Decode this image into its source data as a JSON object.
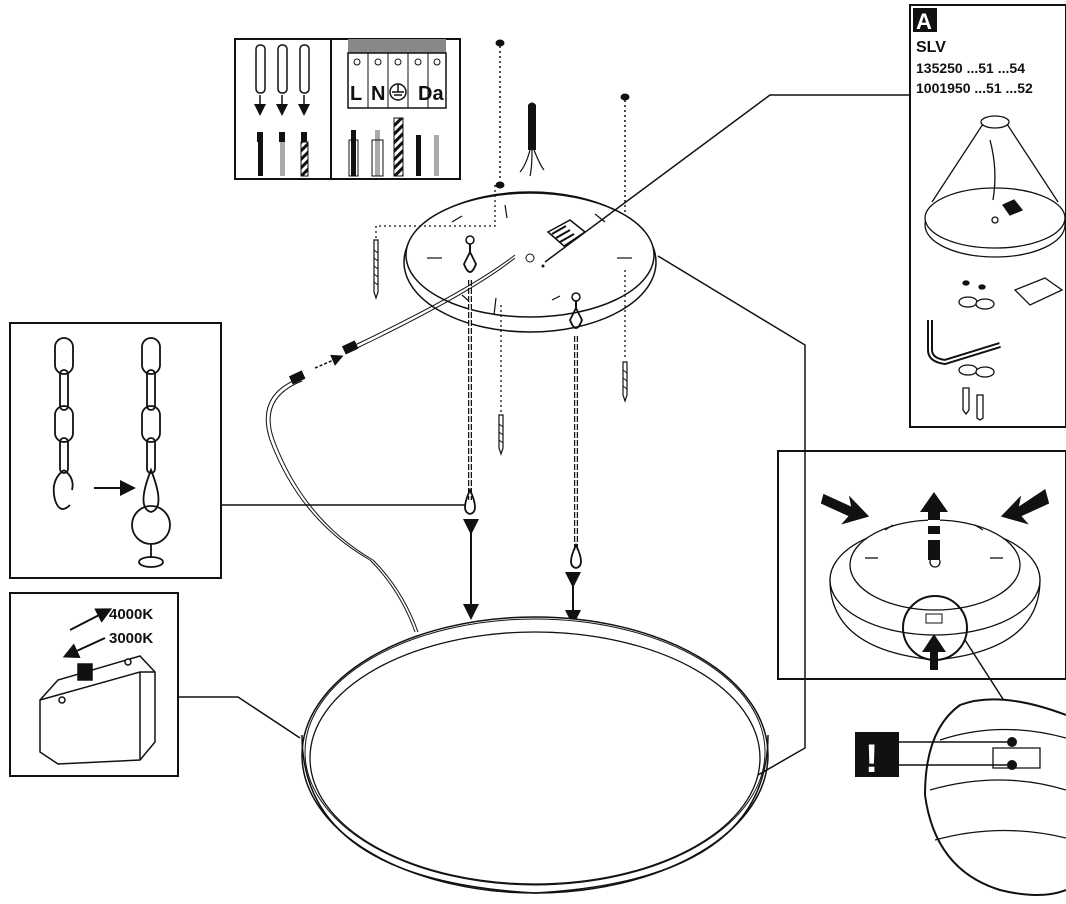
{
  "wiring": {
    "terminals": [
      "L",
      "N",
      "Da"
    ]
  },
  "variant_box": {
    "letter": "A",
    "brand": "SLV",
    "line1": "135250 ...51 ...54",
    "line2": "1001950 ...51 ...52"
  },
  "cct_switch": {
    "upper": "4000K",
    "lower": "3000K"
  },
  "warning": {
    "symbol": "!"
  },
  "colors": {
    "line": "#111111",
    "background": "#ffffff"
  }
}
